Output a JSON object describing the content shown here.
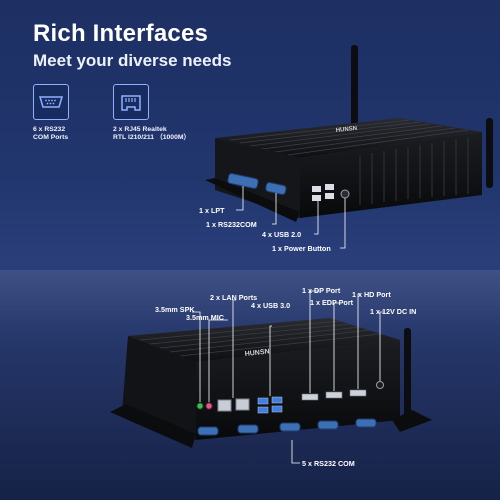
{
  "header": {
    "title": "Rich Interfaces",
    "subtitle": "Meet your diverse needs"
  },
  "features": [
    {
      "icon": "com-port-icon",
      "label": "6 x RS232\nCOM Ports"
    },
    {
      "icon": "ethernet-icon",
      "label": "2 x RJ45 Realtek\nRTL I210/211 （1000M）"
    }
  ],
  "product_top": {
    "brand": "HUNSN",
    "callouts": {
      "lpt": "1 x LPT",
      "rs232": "1 x RS232COM",
      "usb2": "4 x USB 2.0",
      "power": "1 x Power Button"
    }
  },
  "product_bottom": {
    "brand": "HUNSN",
    "callouts": {
      "spk": "3.5mm SPK",
      "mic": "3.5mm MIC",
      "lan": "2 x LAN Ports",
      "usb3": "4 x USB 3.0",
      "dp": "1 x DP Port",
      "edp": "1 x EDP Port",
      "hd": "1 x HD Port",
      "dcin": "1 x 12V DC IN",
      "com": "5 x RS232 COM"
    }
  },
  "colors": {
    "background": "#22376f",
    "accent": "#8fb1ff",
    "case": "#141518",
    "com_port": "#3d6fb5"
  }
}
